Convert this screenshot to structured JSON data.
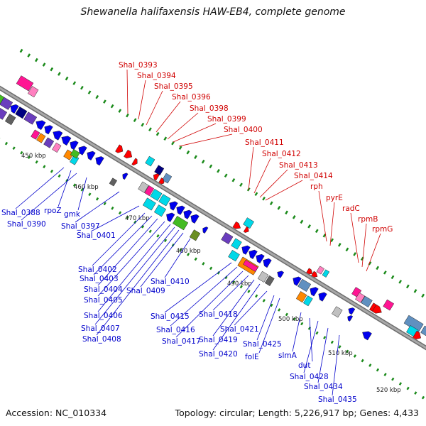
{
  "title": "Shewanella halifaxensis HAW-EB4, complete genome",
  "accession": "Accession: NC_010334",
  "summary": "Topology: circular; Length: 5,226,917 bp; Genes: 4,433",
  "colors": {
    "forward_label": "#d00000",
    "reverse_label": "#0000cc",
    "backbone": "#8c8c8c",
    "tick": "#1a8a1a"
  },
  "kbp_ticks": [
    "450 kbp",
    "460 kbp",
    "470 kbp",
    "480 kbp",
    "490 kbp",
    "500 kbp",
    "510 kbp",
    "520 kbp"
  ],
  "forward_labels": [
    "Shal_0393",
    "Shal_0394",
    "Shal_0395",
    "Shal_0396",
    "Shal_0398",
    "Shal_0399",
    "Shal_0400",
    "Shal_0411",
    "Shal_0412",
    "Shal_0413",
    "Shal_0414",
    "rph",
    "pyrE",
    "radC",
    "rpmB",
    "rpmG"
  ],
  "reverse_labels": [
    "Shal_0388",
    "rpoZ",
    "Shal_0390",
    "gmk",
    "Shal_0397",
    "Shal_0401",
    "Shal_0402",
    "Shal_0403",
    "Shal_0404",
    "Shal_0405",
    "Shal_0406",
    "Shal_0407",
    "Shal_0408",
    "Shal_0409",
    "Shal_0410",
    "Shal_0415",
    "Shal_0416",
    "Shal_0417",
    "Shal_0418",
    "Shal_0419",
    "Shal_0420",
    "Shal_0421",
    "Shal_0425",
    "folE",
    "slmA",
    "dut",
    "Shal_0428",
    "Shal_0434",
    "Shal_0435"
  ]
}
